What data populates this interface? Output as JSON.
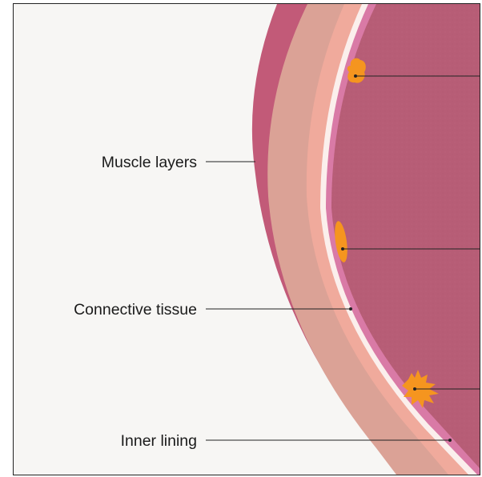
{
  "diagram": {
    "labels": {
      "muscle_layers": "Muscle layers",
      "connective_tissue": "Connective tissue",
      "inner_lining": "Inner lining"
    },
    "colors": {
      "background": "#f7f6f4",
      "outer_muscle": "#c25a78",
      "muscle_band": "#dba296",
      "connective_band": "#f0aa9c",
      "inner_lining": "#fbefec",
      "lumen_rim": "#d97aa6",
      "lumen": "#b75d76",
      "cell": "#f5951f",
      "leader_line": "#222222"
    }
  }
}
